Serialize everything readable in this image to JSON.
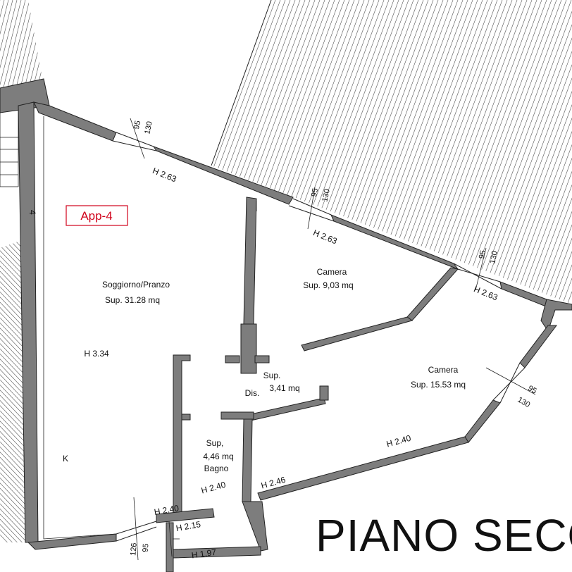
{
  "badge": {
    "label": "App-4",
    "color": "#d0021b"
  },
  "title": "PIANO SECO",
  "stair_mark": "4",
  "rooms": [
    {
      "name": "Soggiorno/Pranzo",
      "area": "Sup. 31.28 mq",
      "height": "H 3.34",
      "kitchen": "K"
    },
    {
      "name": "Camera",
      "area": "Sup. 9,03 mq"
    },
    {
      "name": "Camera",
      "area": "Sup. 15.53 mq"
    },
    {
      "name": "Dis.",
      "area_l1": "Sup.",
      "area_l2": "3,41 mq"
    },
    {
      "name": "Bagno",
      "area_l1": "Sup,",
      "area_l2": "4,46 mq"
    }
  ],
  "heights": [
    "H 2.63",
    "H 2.63",
    "H 2.63",
    "H 2.40",
    "H 2.46",
    "H 2.40",
    "H 2.40",
    "H 2.15",
    "H 1.97"
  ],
  "windows": [
    {
      "w": "95",
      "h": "130"
    },
    {
      "w": "95",
      "h": "130"
    },
    {
      "w": "95",
      "h": "130"
    },
    {
      "w": "95",
      "h": "130"
    },
    {
      "w": "95",
      "h": "126"
    }
  ],
  "colors": {
    "wall": "#7d7d7d",
    "line": "#222222",
    "hatch": "#555555"
  }
}
